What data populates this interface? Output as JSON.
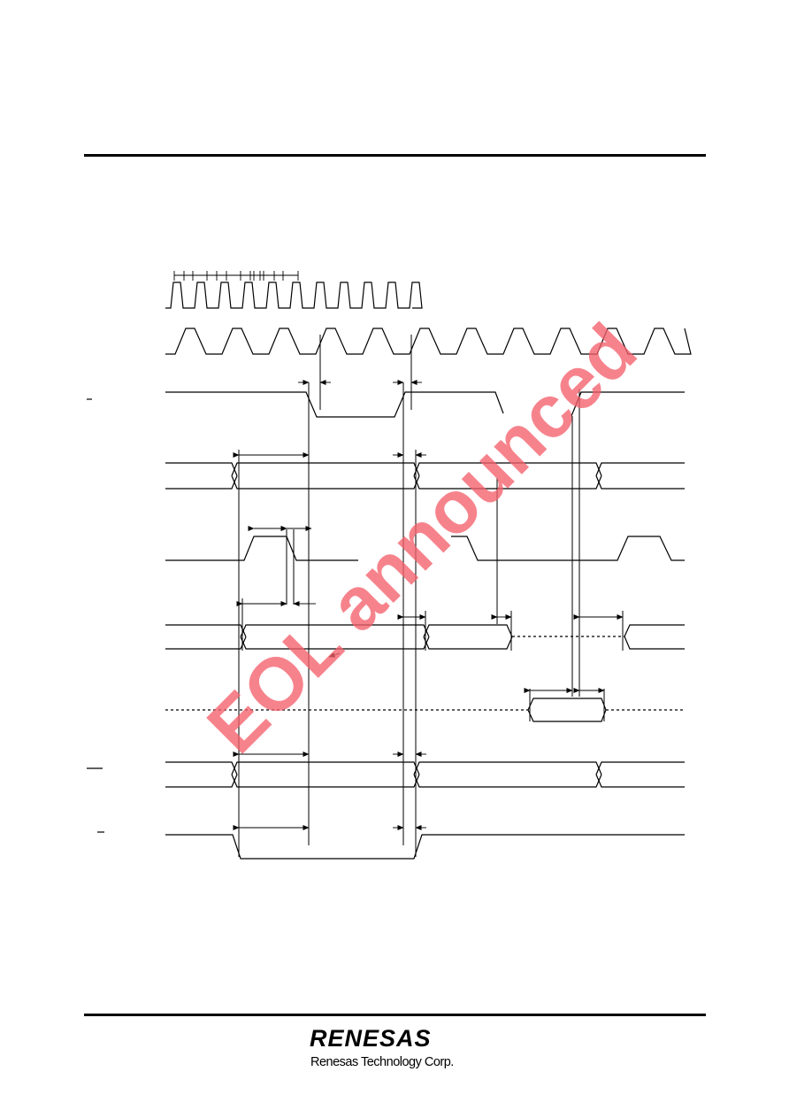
{
  "watermark": {
    "text": "EOL announced",
    "color": "#f4606c"
  },
  "logo": {
    "brand": "RENESAS",
    "company": "Renesas Technology Corp."
  },
  "colors": {
    "line": "#000000",
    "watermark": "#f4606c"
  }
}
